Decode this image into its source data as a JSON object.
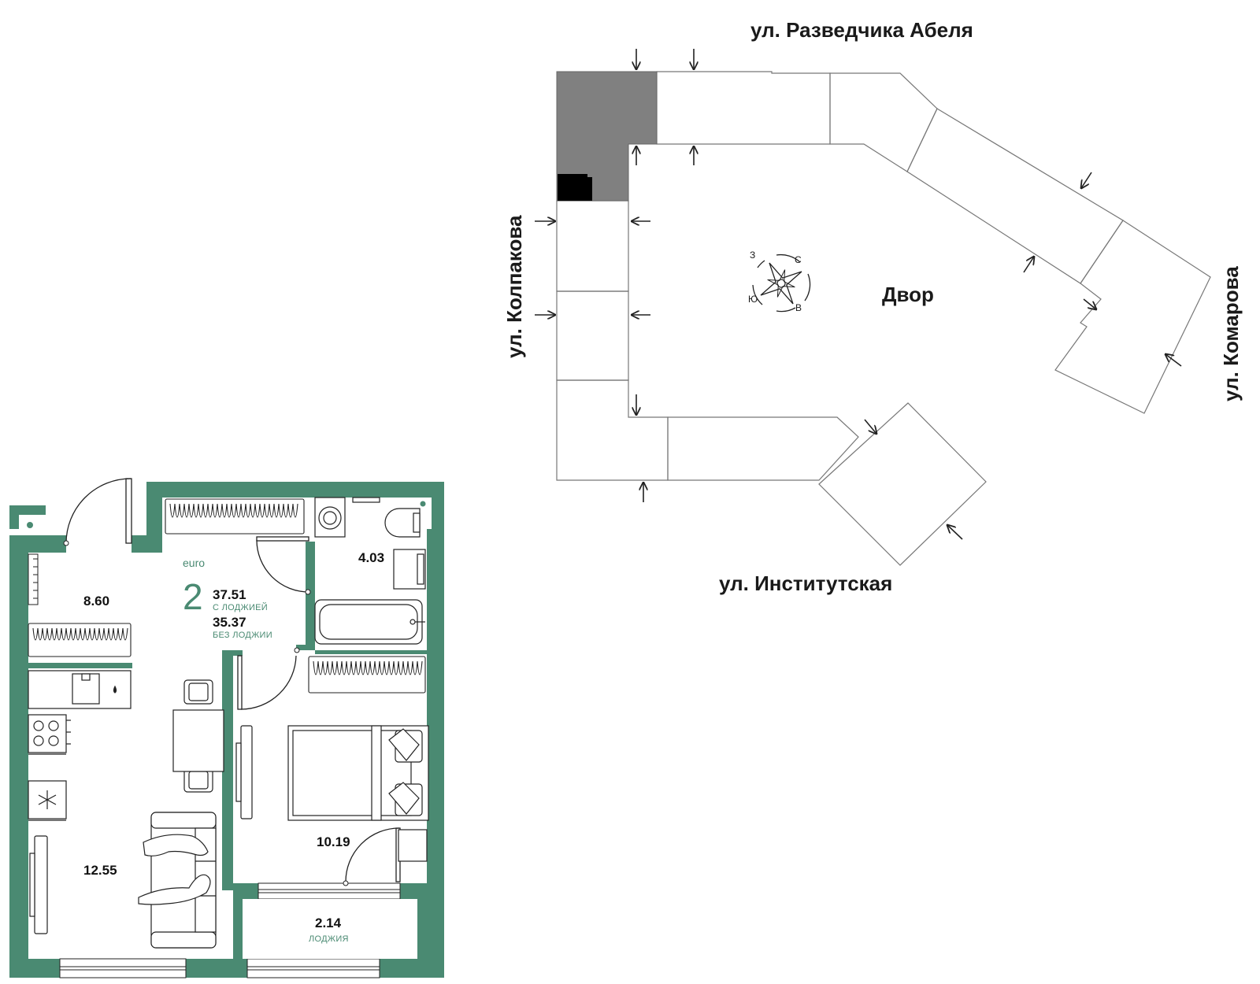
{
  "site": {
    "streets": {
      "north": "ул. Разведчика Абеля",
      "west": "ул. Колпакова",
      "east": "ул. Комарова",
      "south": "ул. Институтская"
    },
    "yard_label": "Двор",
    "compass": {
      "n": "С",
      "e": "В",
      "s": "Ю",
      "w": "З"
    },
    "colors": {
      "selected_section": "#808080",
      "apartment_marker": "#000000"
    }
  },
  "apartment": {
    "class_label": "euro",
    "rooms": "2",
    "area_with_loggia": "37.51",
    "with_loggia_label": "С ЛОДЖИЕЙ",
    "area_without_loggia": "35.37",
    "without_loggia_label": "БЕЗ ЛОДЖИИ",
    "room_areas": {
      "hall": "8.60",
      "bathroom": "4.03",
      "kitchen_living": "12.55",
      "bedroom": "10.19",
      "loggia": "2.14"
    },
    "loggia_label": "ЛОДЖИЯ",
    "colors": {
      "walls": "#4a8a72",
      "accent_text": "#4a8a72"
    }
  }
}
